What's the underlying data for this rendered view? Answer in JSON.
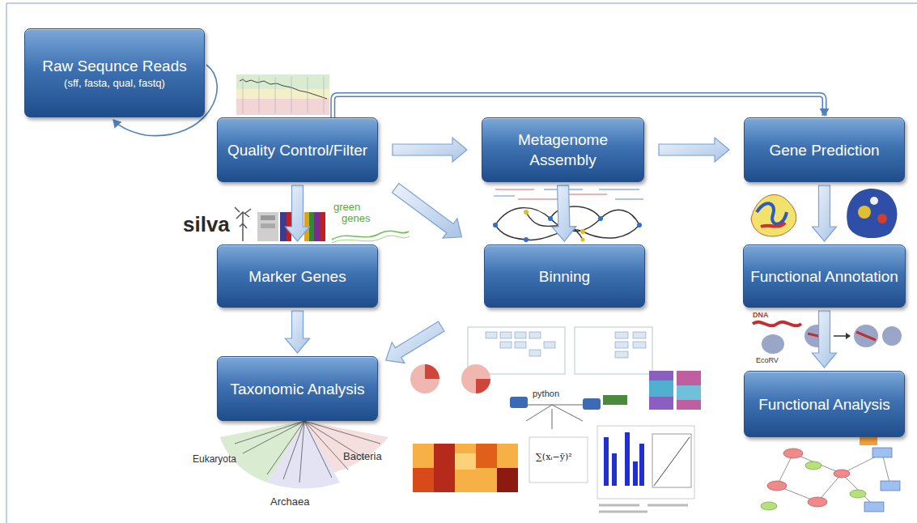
{
  "diagram": {
    "nodes": [
      {
        "text": [
          "Raw Sequnce Reads",
          "(sff, fasta, qual, fastq)"
        ]
      },
      {
        "text": [
          "Quality Control/Filter"
        ]
      },
      {
        "text": [
          "Metagenome Assembly"
        ]
      },
      {
        "text": [
          "Gene Prediction"
        ]
      },
      {
        "text": [
          "Marker Genes"
        ]
      },
      {
        "text": [
          "Binning"
        ]
      },
      {
        "text": [
          "Functional Annotation"
        ]
      },
      {
        "text": [
          "Taxonomic Analysis"
        ]
      },
      {
        "text": [
          "Functional Analysis"
        ]
      }
    ],
    "edges": [
      {
        "from": 1,
        "to": 2,
        "arrow": "to"
      },
      {
        "from": 1,
        "to": 3,
        "arrow": "to"
      },
      {
        "from": 1,
        "to": 4,
        "arrow": "to"
      },
      {
        "from": 1,
        "to": 5,
        "arrow": "to"
      },
      {
        "from": 2,
        "to": 3,
        "arrow": "to"
      },
      {
        "from": 2,
        "to": 5,
        "arrow": "to"
      },
      {
        "from": 5,
        "to": 7,
        "arrow": "to"
      },
      {
        "from": 4,
        "to": 7,
        "arrow": "to"
      },
      {
        "from": 3,
        "to": 6,
        "arrow": "to"
      },
      {
        "from": 6,
        "to": 8,
        "arrow": "to"
      },
      {
        "from": 1,
        "to": 0,
        "arrow": "to"
      }
    ],
    "labels": [
      "silva",
      "green",
      "genes",
      "python",
      "Bacteria",
      "Archaea",
      "Eukaryota",
      "DNA",
      "EcoRV"
    ]
  }
}
